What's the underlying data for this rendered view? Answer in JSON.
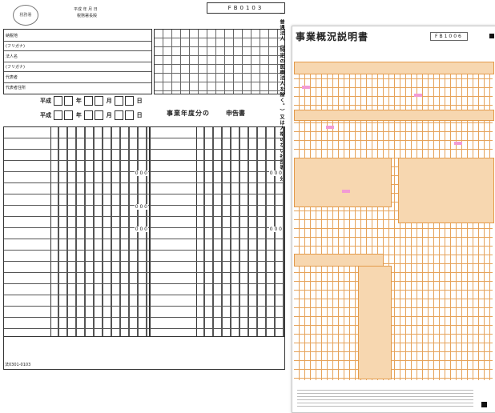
{
  "front": {
    "top_code": "FB0103",
    "stamp_label": "税務署",
    "header_text": "平成 年 月 日",
    "header_text2": "税務署長殿",
    "fields": [
      "納税地",
      "(フリガナ)",
      "法人名",
      "(フリガナ)",
      "代表者",
      "代表者住所"
    ],
    "period_label_1": "平成",
    "year_label": "年",
    "month_label": "月",
    "day_label": "日",
    "period_to": "平成",
    "main_title": "事業年度分の",
    "main_title_2": "申告書",
    "side_text": "一 普通法人（特定の医療法人を除く。）又は人格のない社団等の分",
    "zero": "0 0 0",
    "bottom_code": "法0301-0103"
  },
  "back": {
    "title": "事業概況説明書",
    "code": "FB1006"
  }
}
